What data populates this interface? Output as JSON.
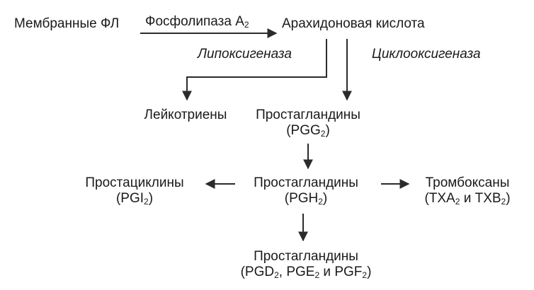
{
  "colors": {
    "text": "#1a1a1a",
    "arrow": "#2b2b2b",
    "background": "#ffffff"
  },
  "nodes": {
    "membrane": "Мембранные ФЛ",
    "arachidonic": "Арахидоновая кислота",
    "leukotrienes": "Лейкотриены",
    "pgg": {
      "name": "Простагландины",
      "formula_pre": "(PGG",
      "formula_sub": "2",
      "formula_post": ")"
    },
    "pgh": {
      "name": "Простагландины",
      "formula_pre": "(PGH",
      "formula_sub": "2",
      "formula_post": ")"
    },
    "prostacyclins": {
      "name": "Простациклины",
      "formula_pre": "(PGI",
      "formula_sub": "2",
      "formula_post": ")"
    },
    "thromboxanes": {
      "name": "Тромбоксаны",
      "f1": "(TXA",
      "s1": "2",
      "f2": " и TXB",
      "s2": "2",
      "f3": ")"
    },
    "pg_final": {
      "name": "Простагландины",
      "f1": "(PGD",
      "s1": "2",
      "f2": ", PGE",
      "s2": "2",
      "f3": " и PGF",
      "s3": "2",
      "f4": ")"
    }
  },
  "enzymes": {
    "phospholipase_pre": "Фосфолипаза A",
    "phospholipase_sub": "2",
    "lipoxygenase": "Липоксигеназа",
    "cyclooxygenase": "Циклооксигеназа"
  }
}
